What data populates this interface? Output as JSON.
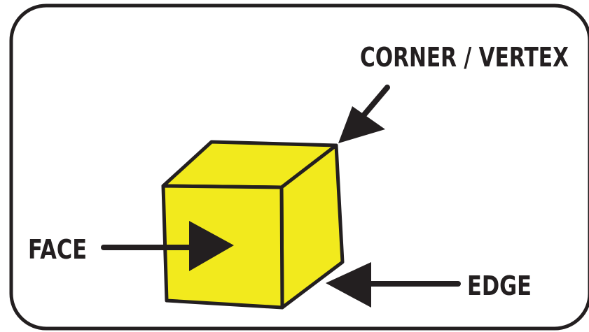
{
  "colors": {
    "face_fill": "#f2ea1d",
    "outline": "#231f20",
    "background": "#ffffff"
  },
  "labels": {
    "corner": "CORNER / VERTEX",
    "face": "FACE",
    "edge": "EDGE"
  }
}
